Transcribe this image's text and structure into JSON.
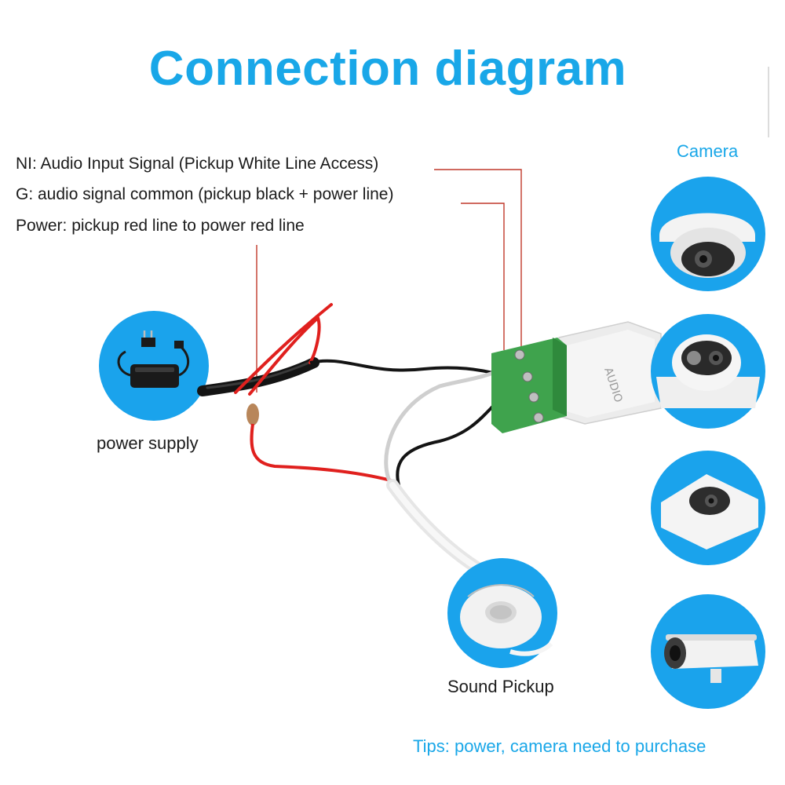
{
  "title": "Connection diagram",
  "notes": {
    "ni": "NI: Audio Input Signal (Pickup White Line Access)",
    "g": "G: audio signal common (pickup black + power line)",
    "power": "Power: pickup red line to power red line"
  },
  "labels": {
    "camera": "Camera",
    "power_supply": "power supply",
    "sound_pickup": "Sound Pickup"
  },
  "tips": "Tips: power, camera need to purchase",
  "colors": {
    "accent_blue": "#19a7e8",
    "circle_blue": "#1aa3ec",
    "terminal_green": "#3fa34d",
    "leader_red": "#c0392b",
    "wire_red": "#e0201e",
    "wire_black": "#141414"
  },
  "icons": [
    "power-adapter-icon",
    "dome-camera-icon",
    "turret-camera-icon",
    "mini-dome-camera-icon",
    "bullet-camera-icon",
    "microphone-pickup-icon",
    "terminal-block-icon"
  ]
}
